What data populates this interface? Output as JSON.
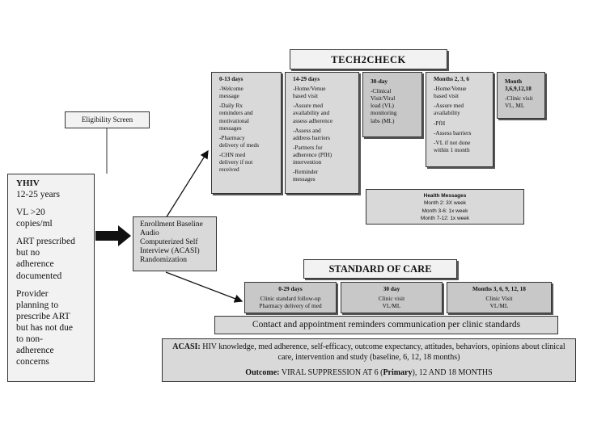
{
  "eligibility": {
    "label": "Eligibility Screen"
  },
  "yhiv": {
    "title": "YHIV",
    "lines": [
      "12-25 years",
      "VL >20\ncopies/ml",
      "ART prescribed\nbut no\nadherence\ndocumented",
      "Provider\nplanning to\nprescribe ART\nbut has not due\nto non-\nadherence\nconcerns"
    ]
  },
  "enrollment": {
    "text": "Enrollment Baseline\nAudio\nComputerized Self\nInterview (ACASI)\nRandomization"
  },
  "tech2check": {
    "title": "TECH2CHECK",
    "boxes": [
      {
        "title": "0-13 days",
        "items": [
          "-Welcome\nmessage",
          "-Daily Rx\nreminders and\nmotivational\nmessages",
          "-Pharmacy\ndelivery of meds",
          "-CHN med\ndelivery if not\nreceived"
        ]
      },
      {
        "title": "14-29 days",
        "items": [
          "-Home/Venue\nbased visit",
          "-Assure med\navailability and\nassess adherence",
          "-Assess and\naddress barriers",
          "-Partners for\nadherence (PfH)\nintervention",
          "-Reminder\nmessages"
        ]
      },
      {
        "title": "30-day",
        "items": [
          "-Clinical\nVisit/Viral\nload (VL)\nmonitoring\nlabs (ML)"
        ]
      },
      {
        "title": "Months 2, 3, 6",
        "items": [
          "-Home/Venue\nbased visit",
          "-Assure med\navailability",
          "-PfH",
          "-Assess barriers",
          "-VL if not done\nwithin 1 month"
        ]
      },
      {
        "title": "Month\n3,6,9,12,18",
        "items": [
          "-Clinic visit\nVL, ML"
        ]
      }
    ],
    "health_messages": {
      "title": "Health Messages",
      "lines": [
        "Month 2: 3X week",
        "Month 3-6: 1x week",
        "Month 7-12: 1x week"
      ]
    }
  },
  "standard_of_care": {
    "title": "STANDARD OF CARE",
    "boxes": [
      {
        "title": "0-29 days",
        "lines": [
          "Clinic standard follow-up",
          "Pharmacy delivery of med"
        ]
      },
      {
        "title": "30 day",
        "lines": [
          "Clinic visit",
          "VL/ML"
        ]
      },
      {
        "title": "Months 3, 6, 9, 12, 18",
        "lines": [
          "Clinic Visit",
          "VL/ML"
        ]
      }
    ],
    "contact": "Contact and appointment reminders communication per clinic standards"
  },
  "acasi": {
    "label": "ACASI:",
    "text": "HIV knowledge, med adherence, self-efficacy, outcome expectancy, attitudes, behaviors, opinions about clinical care, intervention and study (baseline, 6, 12, 18 months)",
    "outcome_label": "Outcome:",
    "outcome_pre": "VIRAL SUPPRESSION AT 6 (",
    "outcome_primary": "Primary",
    "outcome_post": "), 12 AND 18 MONTHS"
  }
}
